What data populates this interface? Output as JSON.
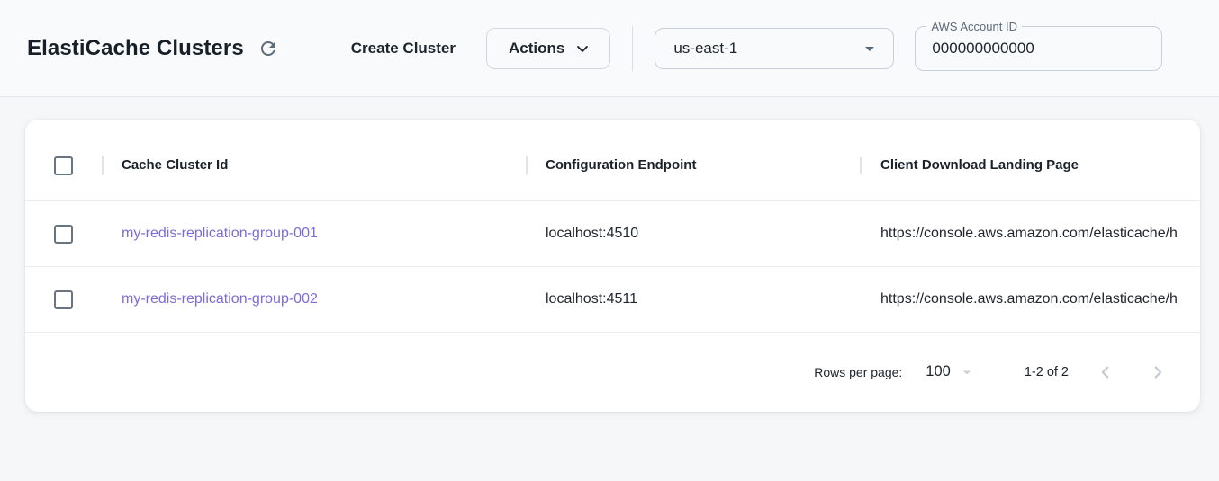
{
  "header": {
    "title": "ElastiCache Clusters",
    "create_button_label": "Create Cluster",
    "actions_button_label": "Actions",
    "region_select": {
      "value": "us-east-1"
    },
    "account_field": {
      "label": "AWS Account ID",
      "value": "000000000000"
    }
  },
  "table": {
    "columns": {
      "cache_cluster_id": "Cache Cluster Id",
      "configuration_endpoint": "Configuration Endpoint",
      "client_download_landing_page": "Client Download Landing Page"
    },
    "rows": [
      {
        "id": "my-redis-replication-group-001",
        "endpoint": "localhost:4510",
        "landing_page": "https://console.aws.amazon.com/elasticache/h"
      },
      {
        "id": "my-redis-replication-group-002",
        "endpoint": "localhost:4511",
        "landing_page": "https://console.aws.amazon.com/elasticache/h"
      }
    ]
  },
  "pagination": {
    "rows_per_page_label": "Rows per page:",
    "rows_per_page_value": "100",
    "range_label": "1-2 of 2"
  },
  "icons": {
    "refresh": "refresh-icon",
    "actions_chevron": "chevron-down-icon",
    "region_arrow": "dropdown-arrow-icon",
    "rows_per_page_arrow": "dropdown-arrow-icon",
    "prev_page": "chevron-left-icon",
    "next_page": "chevron-right-icon"
  },
  "colors": {
    "link": "#7c6bd9",
    "header_background": "#f9fafb",
    "page_background": "#f6f7f9",
    "icon_slate": "#5d6b7a",
    "disabled_control": "#c3c9cf"
  }
}
